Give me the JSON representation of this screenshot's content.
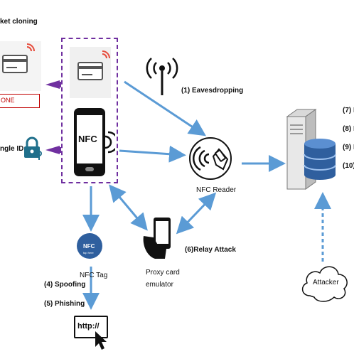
{
  "labels": {
    "top_left": "ket cloning",
    "clone_box": "ONE",
    "single_id": "ngle ID",
    "eavesdropping": "(1) Eavesdropping",
    "nfc_phone": "NFC",
    "nfc_reader": "NFC Reader",
    "relay_attack": "(6)Relay Attack",
    "proxy_card_line1": "Proxy card",
    "proxy_card_line2": "emulator",
    "nfc_tag_logo": "NFC",
    "nfc_tag_sub": "tap here",
    "nfc_tag": "NFC Tag",
    "spoofing": "(4) Spoofing",
    "phishing": "(5) Phishing",
    "url": "http://",
    "attacker": "Attacker",
    "right_list": [
      "(7) D",
      "(8) D",
      "(9) D",
      "(10) D"
    ]
  },
  "colors": {
    "arrow": "#5b9bd5",
    "dashed_box": "#7030a0",
    "purple_arrow": "#7030a0",
    "clone_border": "#c00000",
    "card_signal": "#e74c3c",
    "db_blue": "#2f5f9e"
  }
}
